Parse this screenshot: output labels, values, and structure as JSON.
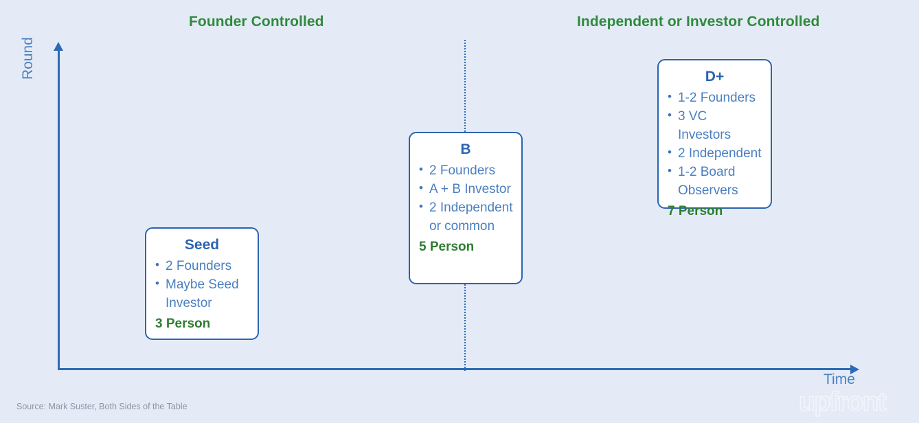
{
  "headers": {
    "left": "Founder Controlled",
    "right": "Independent or Investor Controlled",
    "color": "#2f8a3e"
  },
  "axes": {
    "y_label": "Round",
    "x_label": "Time",
    "color": "#2c6ab8"
  },
  "divider": {
    "style": "dotted",
    "color": "#2c6ab8"
  },
  "boxes": [
    {
      "id": "seed",
      "title": "Seed",
      "items": [
        "2 Founders",
        "Maybe Seed\nInvestor"
      ],
      "total": "3 Person"
    },
    {
      "id": "b",
      "title": "B",
      "items": [
        "2 Founders",
        "A + B Investor",
        "2 Independent\nor common"
      ],
      "total": "5 Person"
    },
    {
      "id": "d",
      "title": "D+",
      "items": [
        "1-2 Founders",
        "3 VC Investors",
        "2 Independent",
        "1-2 Board\nObservers"
      ],
      "total": "7 Person"
    }
  ],
  "footer": {
    "source": "Source: Mark Suster, Both Sides of the Table",
    "logo": "upfront"
  },
  "theme": {
    "background": "#e4ebf6",
    "box_border": "#2c64b0",
    "box_title": "#2c64b0",
    "bullet_text": "#4a7fc1",
    "total_text": "#2e7d32"
  }
}
